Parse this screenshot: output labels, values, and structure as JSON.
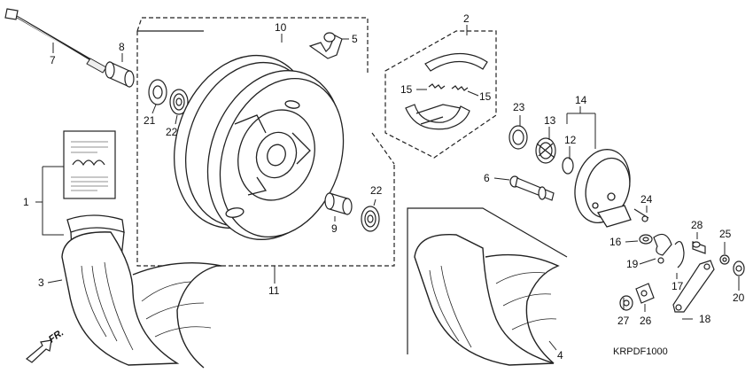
{
  "diagram": {
    "code": "KRPDF1000",
    "front_arrow_label": "FR.",
    "callouts": [
      {
        "id": "c1",
        "label": "1"
      },
      {
        "id": "c2",
        "label": "2"
      },
      {
        "id": "c3",
        "label": "3"
      },
      {
        "id": "c4",
        "label": "4"
      },
      {
        "id": "c5",
        "label": "5"
      },
      {
        "id": "c6",
        "label": "6"
      },
      {
        "id": "c7",
        "label": "7"
      },
      {
        "id": "c8",
        "label": "8"
      },
      {
        "id": "c9",
        "label": "9"
      },
      {
        "id": "c10",
        "label": "10"
      },
      {
        "id": "c11",
        "label": "11"
      },
      {
        "id": "c12",
        "label": "12"
      },
      {
        "id": "c13",
        "label": "13"
      },
      {
        "id": "c14",
        "label": "14"
      },
      {
        "id": "c15a",
        "label": "15"
      },
      {
        "id": "c15b",
        "label": "15"
      },
      {
        "id": "c16",
        "label": "16"
      },
      {
        "id": "c17",
        "label": "17"
      },
      {
        "id": "c18",
        "label": "18"
      },
      {
        "id": "c19",
        "label": "19"
      },
      {
        "id": "c20",
        "label": "20"
      },
      {
        "id": "c21",
        "label": "21"
      },
      {
        "id": "c22a",
        "label": "22"
      },
      {
        "id": "c22b",
        "label": "22"
      },
      {
        "id": "c23",
        "label": "23"
      },
      {
        "id": "c24",
        "label": "24"
      },
      {
        "id": "c25",
        "label": "25"
      },
      {
        "id": "c26",
        "label": "26"
      },
      {
        "id": "c27",
        "label": "27"
      },
      {
        "id": "c28",
        "label": "28"
      }
    ]
  }
}
